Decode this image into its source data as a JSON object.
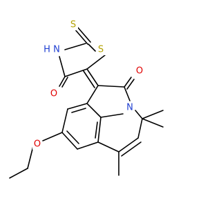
{
  "molecule": {
    "atoms": [
      {
        "id": "S_thione",
        "label": "S",
        "color": "#b3a100"
      },
      {
        "id": "N_ring",
        "label": "N",
        "color": "#1f3fd1"
      },
      {
        "id": "H_N",
        "label": "H",
        "color": "#1f3fd1"
      },
      {
        "id": "S_ring",
        "label": "S",
        "color": "#b3a100"
      },
      {
        "id": "O_thiaz",
        "label": "O",
        "color": "#e00000"
      },
      {
        "id": "O_lactam",
        "label": "O",
        "color": "#e00000"
      },
      {
        "id": "N_lactam",
        "label": "N",
        "color": "#1f3fd1"
      },
      {
        "id": "O_ether",
        "label": "O",
        "color": "#e00000"
      }
    ]
  }
}
